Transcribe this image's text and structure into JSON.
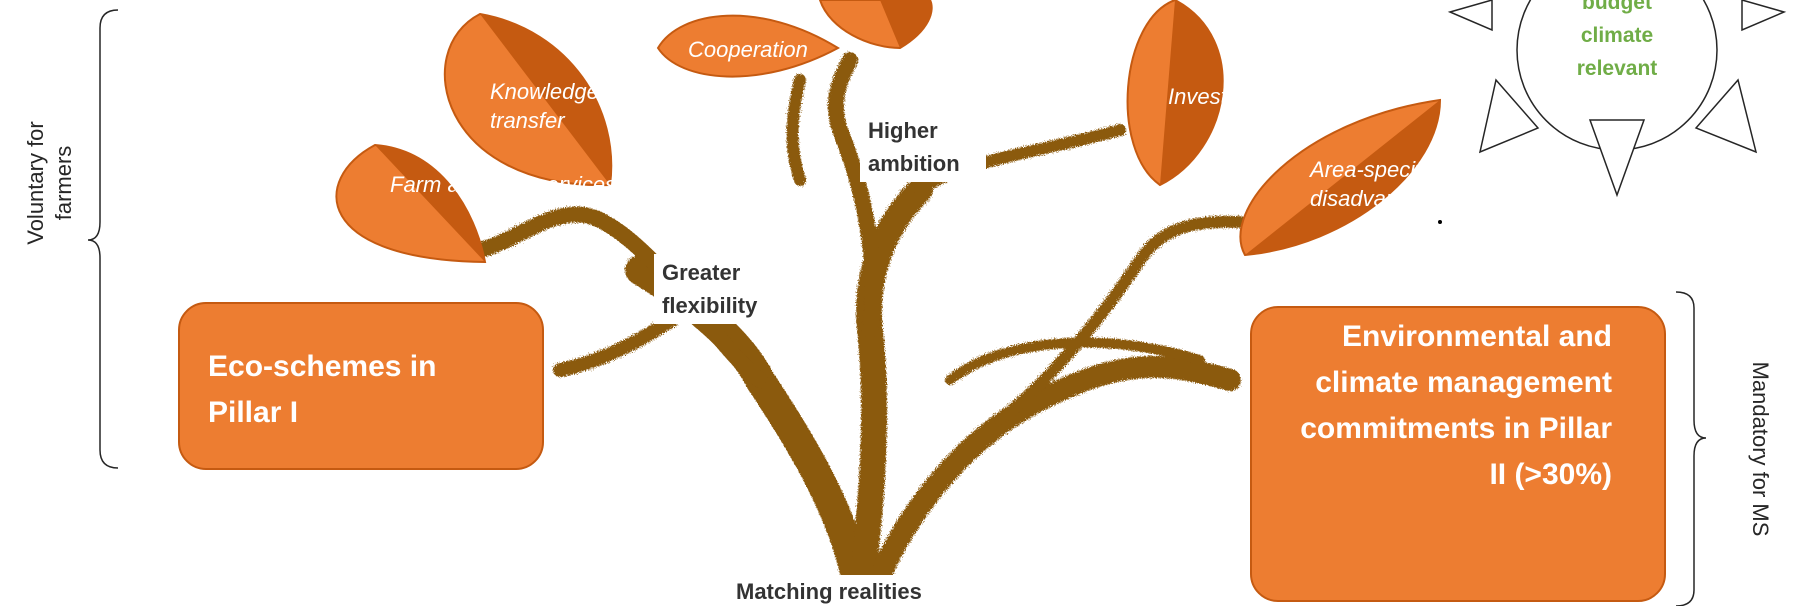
{
  "labels": {
    "voluntary": "Voluntary for farmers",
    "mandatory": "Mandatory for MS",
    "matching": "Matching realities",
    "higher_ambition": "Higher ambition",
    "greater_flexibility": "Greater flexibility"
  },
  "leaves": {
    "farm_advisory": "Farm advisory services",
    "knowledge_transfer": "Knowledge transfer",
    "cooperation": "Cooperation",
    "investments": "Investments",
    "area_specific": "Area-specific disadvantages"
  },
  "boxes": {
    "eco_schemes": "Eco-schemes in Pillar I",
    "env_climate": "Environmental and climate management commitments in Pillar II (>30%)"
  },
  "sun": {
    "text": "budget climate relevant"
  },
  "colors": {
    "leaf_light": "#ed7d31",
    "leaf_dark": "#c55a11",
    "trunk": "#8b5a0e",
    "box_fill": "#ed7d31",
    "sun_text": "#70ad47"
  }
}
